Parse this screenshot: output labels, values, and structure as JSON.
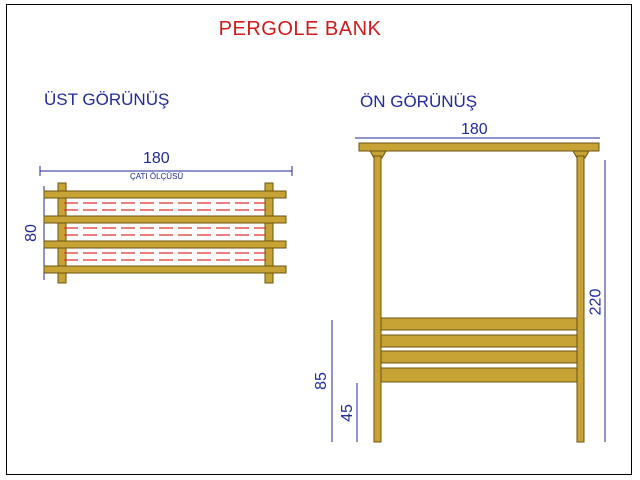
{
  "title": "PERGOLE BANK",
  "views": {
    "top": {
      "label": "ÜST GÖRÜNÜŞ",
      "width_dim": "180",
      "depth_dim": "80",
      "roof_note": "ÇATI ÖLÇÜSÜ"
    },
    "front": {
      "label": "ÖN GÖRÜNÜŞ",
      "width_dim": "180",
      "height_dim": "220",
      "back_height_dim": "85",
      "seat_height_dim": "45"
    }
  },
  "colors": {
    "wood": "#c7a234",
    "wood_dark": "#6b5410",
    "title": "#d11a1a",
    "dimension": "#1f2a9c",
    "hidden_line": "#e03030"
  }
}
